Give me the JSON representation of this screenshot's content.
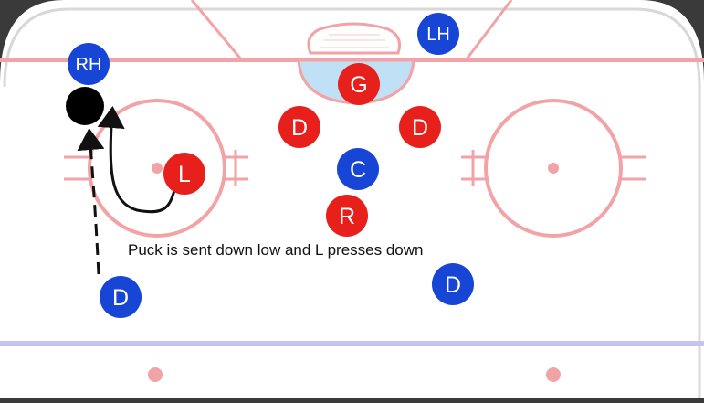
{
  "caption": "Puck is sent down low and L presses down",
  "colors": {
    "ice": "#ffffff",
    "board": "#3a3a3a",
    "red_line": "#f2a3a5",
    "blue_line": "#c7c3f0",
    "crease": "#bfe0f5",
    "team_red": "#e8201c",
    "team_blue": "#1746d6",
    "puck": "#000000",
    "arrow": "#111111"
  },
  "players": [
    {
      "label": "LH",
      "team": "blue"
    },
    {
      "label": "RH",
      "team": "blue"
    },
    {
      "label": "G",
      "team": "red"
    },
    {
      "label": "D",
      "team": "red"
    },
    {
      "label": "D",
      "team": "red"
    },
    {
      "label": "L",
      "team": "red"
    },
    {
      "label": "C",
      "team": "blue"
    },
    {
      "label": "R",
      "team": "red"
    },
    {
      "label": "D",
      "team": "blue"
    },
    {
      "label": "D",
      "team": "blue"
    }
  ],
  "puck": {
    "label": ""
  },
  "arrows": [
    {
      "from": "L",
      "to": "puck",
      "style": "solid"
    },
    {
      "from": "D",
      "to": "puck",
      "style": "dashed"
    }
  ]
}
